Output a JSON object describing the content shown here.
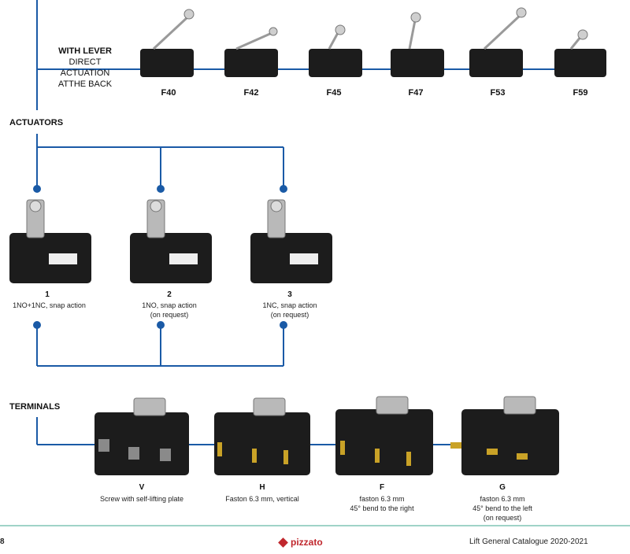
{
  "lever_section": {
    "title_line1": "WITH LEVER",
    "title_line2": "DIRECT",
    "title_line3": "ACTUATION",
    "title_line4": "ATTHE BACK",
    "codes": [
      "F40",
      "F42",
      "F45",
      "F47",
      "F53",
      "F59"
    ]
  },
  "actuators_section": {
    "heading": "ACTUATORS",
    "items": [
      {
        "number": "1",
        "desc1": "1NO+1NC, snap action",
        "desc2": ""
      },
      {
        "number": "2",
        "desc1": "1NO, snap action",
        "desc2": "(on request)"
      },
      {
        "number": "3",
        "desc1": "1NC, snap action",
        "desc2": "(on request)"
      }
    ]
  },
  "terminals_section": {
    "heading": "TERMINALS",
    "items": [
      {
        "code": "V",
        "desc1": "Screw with self-lifting plate",
        "desc2": "",
        "desc3": ""
      },
      {
        "code": "H",
        "desc1": "Faston 6.3 mm, vertical",
        "desc2": "",
        "desc3": ""
      },
      {
        "code": "F",
        "desc1": "faston 6.3 mm",
        "desc2": "45° bend to the right",
        "desc3": ""
      },
      {
        "code": "G",
        "desc1": "faston 6.3 mm",
        "desc2": "45° bend to the left",
        "desc3": "(on request)"
      }
    ]
  },
  "footer": {
    "page_number": "8",
    "brand": "pizzato",
    "catalogue": "Lift General Catalogue 2020-2021"
  },
  "colors": {
    "line": "#1a5aa6",
    "dot": "#1a5aa6",
    "switch_body": "#1c1c1c",
    "brand_red": "#c0272d",
    "footer_rule": "#9fd3c7"
  }
}
